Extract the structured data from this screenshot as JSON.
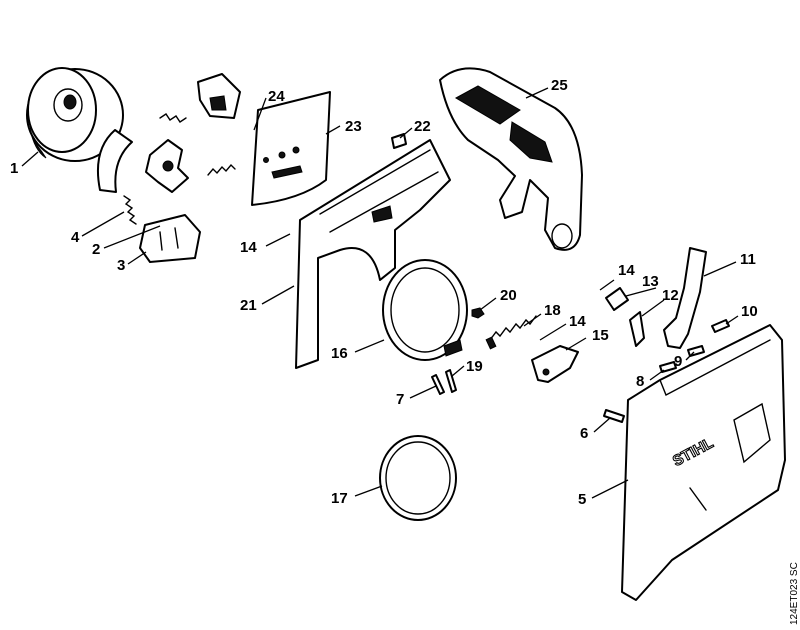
{
  "diagram": {
    "part_labels": [
      "1",
      "2",
      "3",
      "4",
      "5",
      "6",
      "7",
      "8",
      "9",
      "10",
      "11",
      "12",
      "13",
      "14",
      "14",
      "14",
      "15",
      "16",
      "17",
      "18",
      "19",
      "20",
      "21",
      "22",
      "23",
      "24",
      "25"
    ],
    "drawing_code": "124ET023 SC",
    "logo_text": "STIHL"
  }
}
